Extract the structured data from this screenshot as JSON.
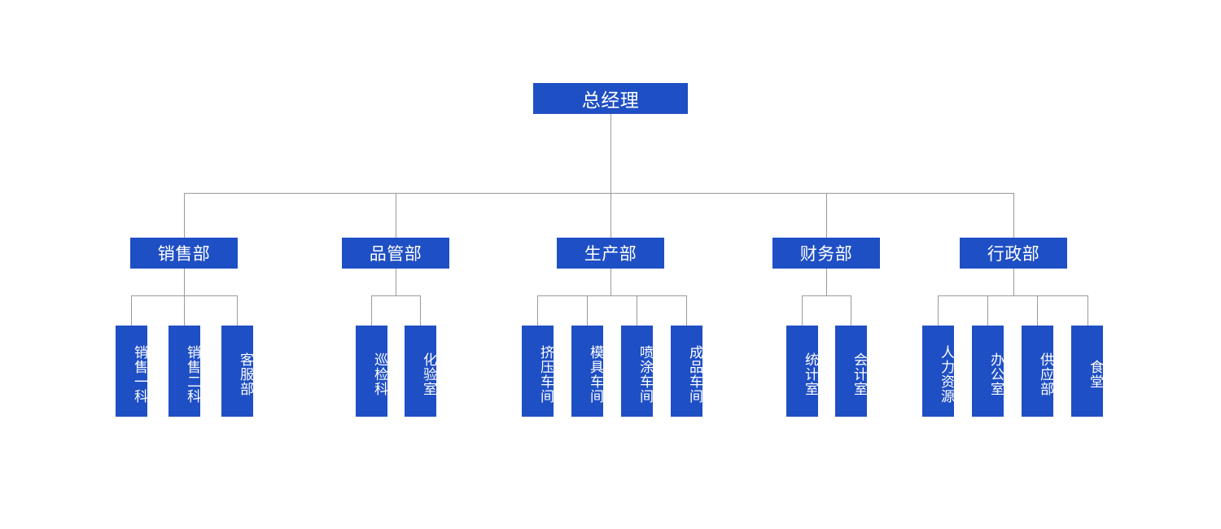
{
  "diagram": {
    "type": "org-chart",
    "title": "总经理",
    "colors": {
      "node_fill": "#1f4fc4",
      "node_text": "#ffffff",
      "connector": "#9a9a9a",
      "background": "#ffffff"
    },
    "root": {
      "label": "总经理",
      "level": 1
    },
    "departments": [
      {
        "label": "销售部",
        "units": [
          {
            "label": "销售一科"
          },
          {
            "label": "销售二科"
          },
          {
            "label": "客服部"
          }
        ]
      },
      {
        "label": "品管部",
        "units": [
          {
            "label": "巡检科"
          },
          {
            "label": "化验室"
          }
        ]
      },
      {
        "label": "生产部",
        "units": [
          {
            "label": "挤压车间"
          },
          {
            "label": "模具车间"
          },
          {
            "label": "喷涂车间"
          },
          {
            "label": "成品车间"
          }
        ]
      },
      {
        "label": "财务部",
        "units": [
          {
            "label": "统计室"
          },
          {
            "label": "会计室"
          }
        ]
      },
      {
        "label": "行政部",
        "units": [
          {
            "label": "人力资源"
          },
          {
            "label": "办公室"
          },
          {
            "label": "供应部"
          },
          {
            "label": "食堂"
          }
        ]
      }
    ]
  }
}
